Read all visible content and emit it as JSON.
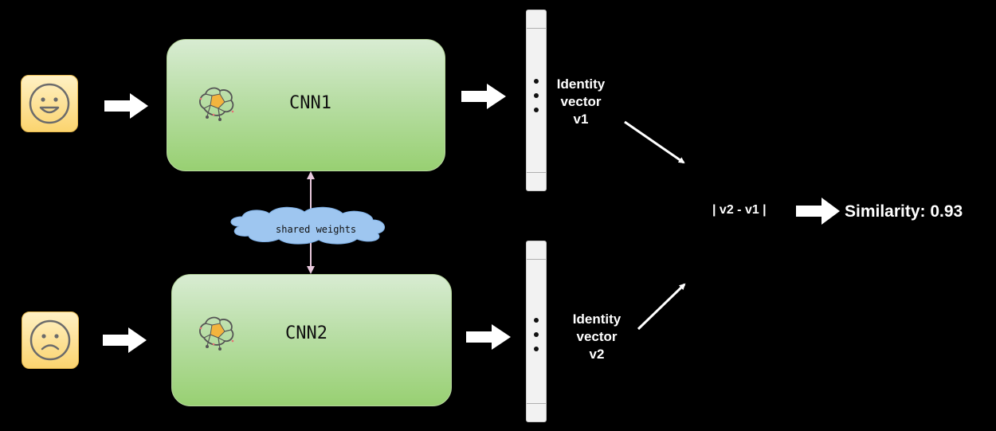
{
  "inputs": [
    {
      "name": "happy-face",
      "icon": "smiling-face-icon"
    },
    {
      "name": "sad-face",
      "icon": "frowning-face-icon"
    }
  ],
  "cnn1": {
    "label": "CNN1",
    "icon": "neural-network-brain-icon"
  },
  "cnn2": {
    "label": "CNN2",
    "icon": "neural-network-brain-icon"
  },
  "shared": {
    "label": "shared weights"
  },
  "vector1": {
    "line1": "Identity",
    "line2": "vector",
    "line3": "v1"
  },
  "vector2": {
    "line1": "Identity",
    "line2": "vector",
    "line3": "v2"
  },
  "difference": {
    "label": "| v2 - v1 |"
  },
  "result": {
    "label": "Similarity: 0.93"
  },
  "colors": {
    "background": "#000000",
    "cnn_fill_top": "#d8ecd2",
    "cnn_fill_bottom": "#98d072",
    "cloud": "#9ec6f0",
    "face": "#fbd46f",
    "link": "#e8c8dc"
  }
}
